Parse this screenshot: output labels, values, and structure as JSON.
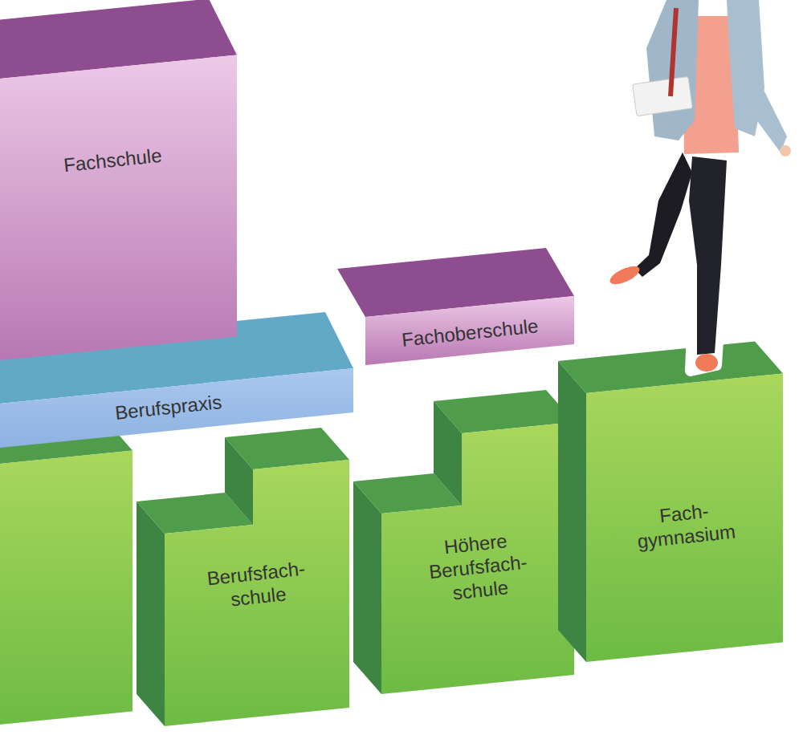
{
  "diagram": {
    "nodes": [
      {
        "text": [
          "Fachschule"
        ]
      },
      {
        "text": [
          "Berufspraxis"
        ]
      },
      {
        "text": [
          "Fachoberschule"
        ]
      },
      {
        "text": [
          "Berufsfach- schule"
        ]
      },
      {
        "text": [
          "Höhere Berufsfach- schule"
        ]
      },
      {
        "text": [
          "Fach- gymnasium"
        ]
      }
    ]
  }
}
